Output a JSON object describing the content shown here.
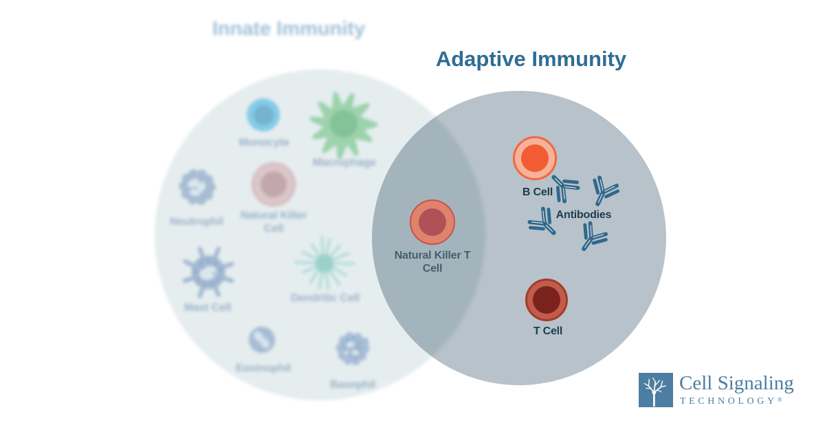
{
  "titles": {
    "innate": "Innate Immunity",
    "adaptive": "Adaptive Immunity"
  },
  "cells": {
    "monocyte": "Monocyte",
    "macrophage": "Macrophage",
    "neutrophil": "Neutrophil",
    "natural_killer_cell": "Natural Killer Cell",
    "mast_cell": "Mast Cell",
    "dendritic_cell": "Dendritic Cell",
    "eosinophil": "Eosinophil",
    "basophil": "Basophil",
    "natural_killer_t_cell": "Natural Killer T Cell",
    "b_cell": "B Cell",
    "antibodies": "Antibodies",
    "t_cell": "T Cell"
  },
  "logo": {
    "brand": "Cell Signaling",
    "sub_brand": "TECHNOLOGY",
    "registered": "®"
  },
  "icons": {
    "logo": "cst-tree-icon",
    "antibody": "y-antibody-icon"
  },
  "colors": {
    "innate_circle": "#e5edef",
    "adaptive_circle": "#b7c2ca",
    "innate_title": "#a0c0d8",
    "adaptive_title": "#2f6d94",
    "innate_label": "#9db3c7",
    "adaptive_label": "#1b3c52",
    "overlap_label": "#435f6e",
    "antibody_blue": "#31688b",
    "logo_blue": "#4d7ea1"
  }
}
